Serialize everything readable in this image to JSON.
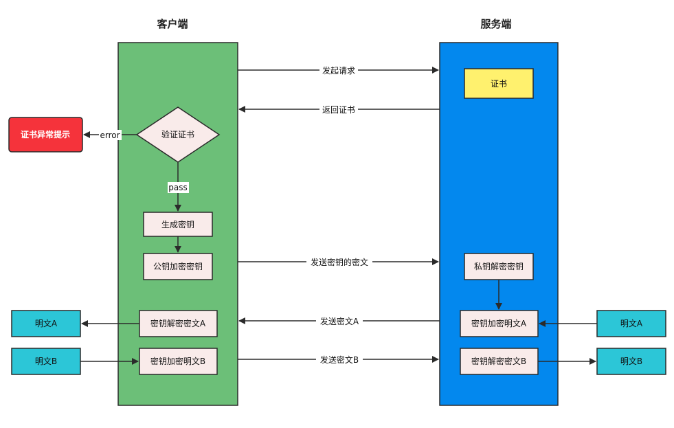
{
  "lanes": {
    "client": {
      "title": "客户端",
      "color": "#6CBF78"
    },
    "server": {
      "title": "服务端",
      "color": "#0388EE"
    }
  },
  "nodes": {
    "cert": "证书",
    "verify_cert": "验证证书",
    "cert_error_alert": "证书异常提示",
    "generate_key": "生成密钥",
    "pubkey_encrypt_key": "公钥加密密钥",
    "privkey_decrypt_key": "私钥解密密钥",
    "client_decrypt_a": "密钥解密密文A",
    "client_encrypt_b": "密钥加密明文B",
    "server_encrypt_a": "密钥加密明文A",
    "server_decrypt_b": "密钥解密密文B",
    "client_plain_a": "明文A",
    "client_plain_b": "明文B",
    "server_plain_a": "明文A",
    "server_plain_b": "明文B"
  },
  "edges": {
    "send_request": "发起请求",
    "return_cert": "返回证书",
    "error": "error",
    "pass": "pass",
    "send_encrypted_key": "发送密钥的密文",
    "send_cipher_a": "发送密文A",
    "send_cipher_b": "发送密文B"
  },
  "colors": {
    "node_fill": "#F9EBEA",
    "cert_fill": "#FFF16E",
    "alert_fill": "#F5333B",
    "plain_fill": "#2CC6D7",
    "edge": "#2B2B2B"
  }
}
